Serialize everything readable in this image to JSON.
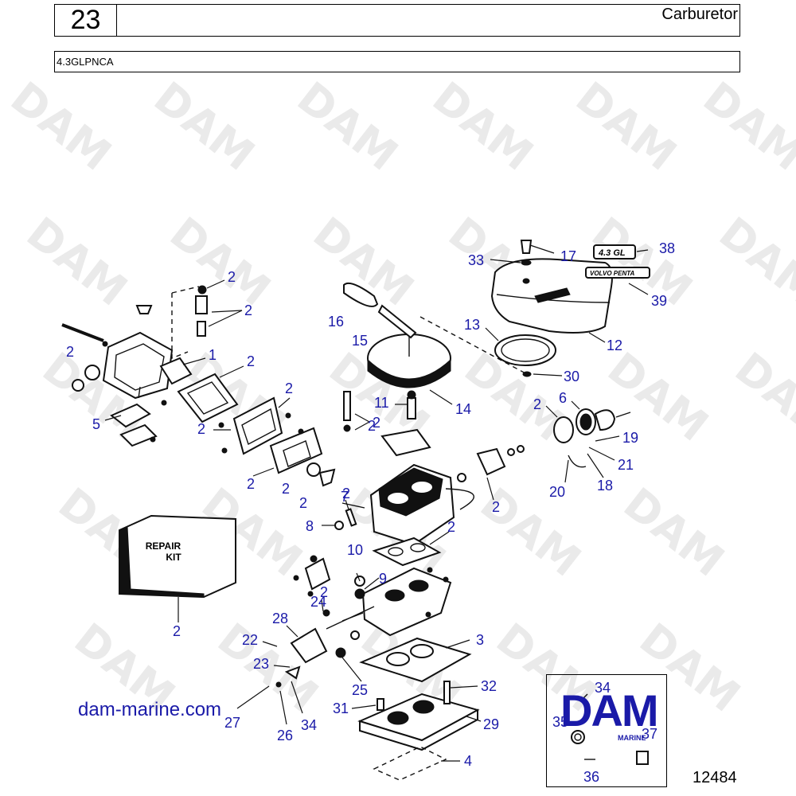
{
  "header": {
    "page_number": "23",
    "title": "Carburetor",
    "model": "4.3GLPNCA"
  },
  "diagram": {
    "callouts": [
      "2",
      "2",
      "2",
      "1",
      "2",
      "5",
      "2",
      "2",
      "2",
      "2",
      "2",
      "16",
      "15",
      "11",
      "2",
      "14",
      "7",
      "8",
      "2",
      "10",
      "9",
      "24",
      "28",
      "22",
      "23",
      "25",
      "27",
      "26",
      "34",
      "33",
      "17",
      "38",
      "39",
      "13",
      "12",
      "30",
      "2",
      "6",
      "19",
      "21",
      "18",
      "20",
      "2",
      "3",
      "32",
      "31",
      "29",
      "4",
      "34",
      "35",
      "37",
      "36",
      "2",
      "2",
      "2",
      "2"
    ],
    "repair_kit_label_line1": "REPAIR",
    "repair_kit_label_line2": "KIT",
    "badge_4_3gl": "4.3 GL",
    "badge_volvo_penta": "VOLVO PENTA"
  },
  "footer": {
    "website": "dam-marine.com",
    "figure_number": "12484",
    "logo_text": "DAM",
    "logo_subtext": "MARINE"
  },
  "watermark": "DAM",
  "colors": {
    "callout_blue": "#1a1aa8",
    "watermark_gray": "#eaeaea"
  }
}
